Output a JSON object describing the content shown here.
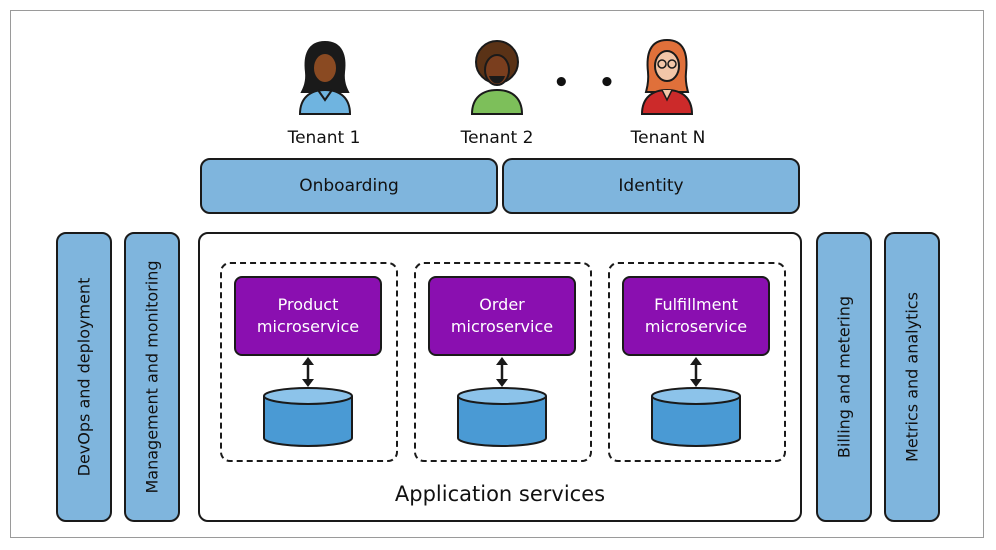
{
  "tenants": [
    {
      "label": "Tenant 1",
      "skin": "#8a4a22",
      "hair": "#1a1a1a",
      "shirt": "#6fb4e0"
    },
    {
      "label": "Tenant 2",
      "skin": "#7a3e1e",
      "hair": "#5a3216",
      "shirt": "#7dbf5a"
    },
    {
      "label": "Tenant N",
      "skin": "#f2c6a8",
      "hair": "#e0703a",
      "shirt": "#cc2a2a"
    }
  ],
  "ellipsis": "• • •",
  "top_bars": {
    "onboarding": "Onboarding",
    "identity": "Identity"
  },
  "left_bars": {
    "devops": "DevOps and deployment",
    "management": "Management and monitoring"
  },
  "right_bars": {
    "billing": "Billing and metering",
    "metrics": "Metrics and analytics"
  },
  "services": [
    {
      "line1": "Product",
      "line2": "microservice"
    },
    {
      "line1": "Order",
      "line2": "microservice"
    },
    {
      "line1": "Fulfillment",
      "line2": "microservice"
    }
  ],
  "application_label": "Application services",
  "colors": {
    "bar_fill": "#7fb5dd",
    "microservice_fill": "#8a0fb0",
    "db_fill": "#4a9ad4"
  }
}
